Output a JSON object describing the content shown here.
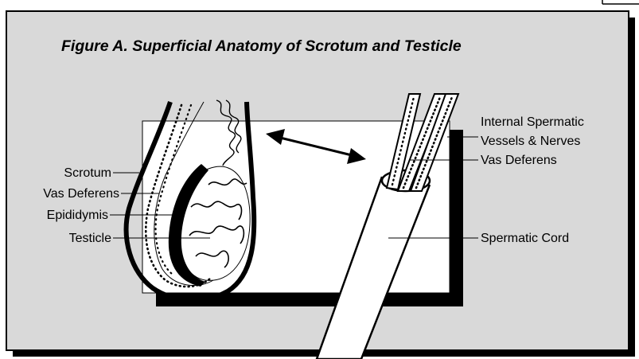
{
  "figure": {
    "title": "Figure A.   Superficial Anatomy of Scrotum and Testicle"
  },
  "labels": {
    "scrotum": "Scrotum",
    "vas_deferens_left": "Vas Deferens",
    "epididymis": "Epididymis",
    "testicle": "Testicle",
    "internal_spermatic_line1": "Internal Spermatic",
    "internal_spermatic_line2": "Vessels & Nerves",
    "vas_deferens_right": "Vas Deferens",
    "spermatic_cord": "Spermatic Cord"
  },
  "colors": {
    "panel_background": "#d9d9d9",
    "inner_card": "#ffffff",
    "shadow": "#000000",
    "ink": "#000000"
  }
}
